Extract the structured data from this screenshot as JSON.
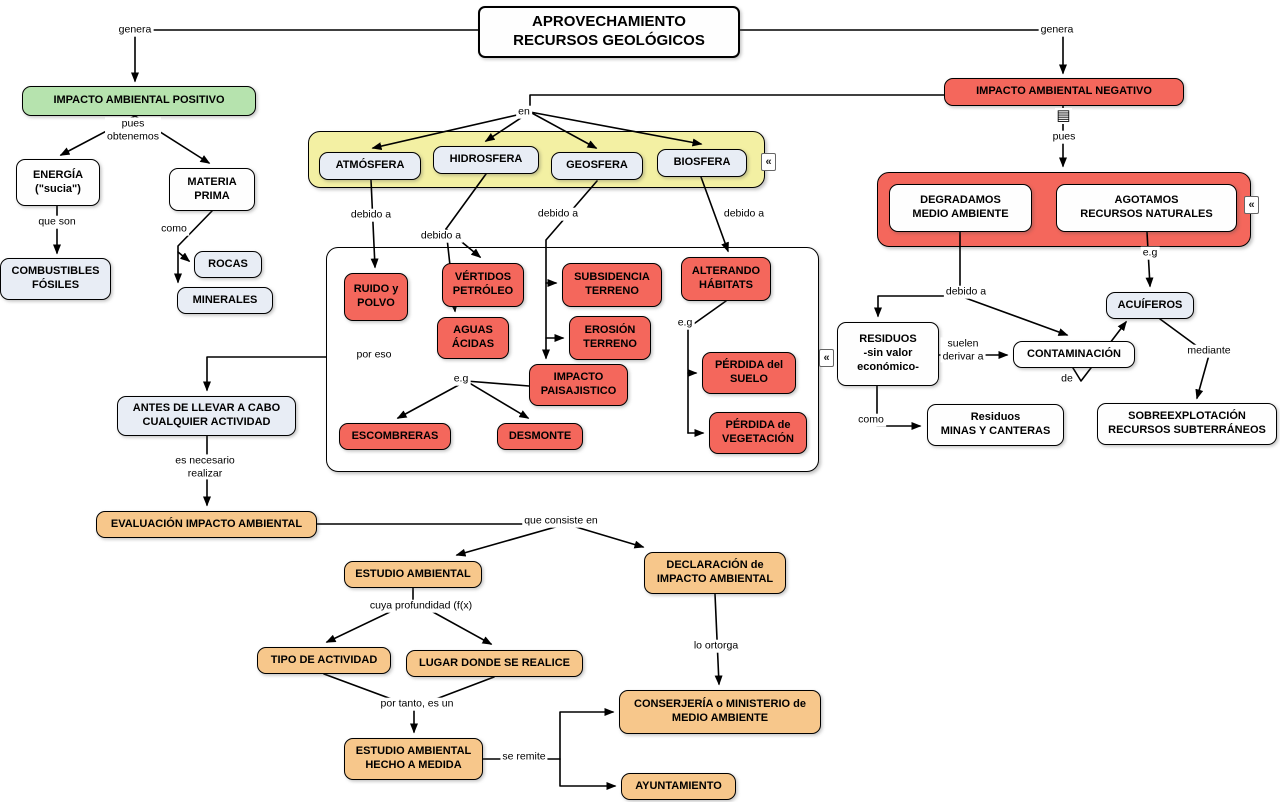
{
  "title": "APROVECHAMIENTO\nRECURSOS GEOLÓGICOS",
  "nodes": {
    "impacto_positivo": "IMPACTO AMBIENTAL POSITIVO",
    "energia": "ENERGÍA\n(\"sucia\")",
    "materia_prima": "MATERIA\nPRIMA",
    "combustibles": "COMBUSTIBLES\nFÓSILES",
    "rocas": "ROCAS",
    "minerales": "MINERALES",
    "atmosfera": "ATMÓSFERA",
    "hidrosfera": "HIDROSFERA",
    "geosfera": "GEOSFERA",
    "biosfera": "BIOSFERA",
    "ruido": "RUIDO y\nPOLVO",
    "vertidos": "VÉRTIDOS\nPETRÓLEO",
    "aguas": "AGUAS\nÁCIDAS",
    "subsidencia": "SUBSIDENCIA\nTERRENO",
    "erosion": "EROSIÓN\nTERRENO",
    "impacto_paisajistico": "IMPACTO\nPAISAJISTICO",
    "alterando": "ALTERANDO\nHÁBITATS",
    "perdida_suelo": "PÉRDIDA del\nSUELO",
    "perdida_vegetacion": "PÉRDIDA de\nVEGETACIÓN",
    "escombreras": "ESCOMBRERAS",
    "desmonte": "DESMONTE",
    "impacto_negativo": "IMPACTO AMBIENTAL NEGATIVO",
    "degradamos": "DEGRADAMOS\nMEDIO AMBIENTE",
    "agotamos": "AGOTAMOS\nRECURSOS NATURALES",
    "residuos": "RESIDUOS\n-sin valor\neconómico-",
    "acuiferos": "ACUÍFEROS",
    "contaminacion": "CONTAMINACIÓN",
    "residuos_minas": "Residuos\nMINAS Y CANTERAS",
    "sobreexplotacion": "SOBREEXPLOTACIÓN\nRECURSOS SUBTERRÁNEOS",
    "antes": "ANTES DE LLEVAR A CABO\nCUALQUIER ACTIVIDAD",
    "evaluacion": "EVALUACIÓN IMPACTO AMBIENTAL",
    "estudio_ambiental": "ESTUDIO AMBIENTAL",
    "declaracion": "DECLARACIÓN de\nIMPACTO AMBIENTAL",
    "tipo_actividad": "TIPO DE ACTIVIDAD",
    "lugar": "LUGAR DONDE SE REALICE",
    "estudio_medida": "ESTUDIO AMBIENTAL\nHECHO A MEDIDA",
    "conserjeria": "CONSERJERÍA o MINISTERIO de\nMEDIO AMBIENTE",
    "ayuntamiento": "AYUNTAMIENTO"
  },
  "links": {
    "genera": "genera",
    "pues_obtenemos": "pues\nobtenemos",
    "que_son": "que son",
    "como": "como",
    "en": "en",
    "debido_a": "debido a",
    "eg": "e.g",
    "pues": "pues",
    "suelen_derivar_a": "suelen\nderivar a",
    "de": "de",
    "mediante": "mediante",
    "por_eso": "por eso",
    "es_necesario_realizar": "es necesario\nrealizar",
    "que_consiste_en": "que consiste en",
    "cuya_profundidad": "cuya profundidad (f(x)",
    "por_tanto_es_un": "por tanto, es un",
    "lo_ortorga": "lo ortorga",
    "se_remite": "se remite"
  },
  "icons": {
    "collapse": "«",
    "resource": "▤"
  },
  "colors": {
    "positive_green": "#b6e3ae",
    "negative_red": "#f4675c",
    "spheres_yellow": "#f3f0a3",
    "process_orange": "#f7c78b",
    "neutral_light": "#e8edf5",
    "line_black": "#000000"
  }
}
